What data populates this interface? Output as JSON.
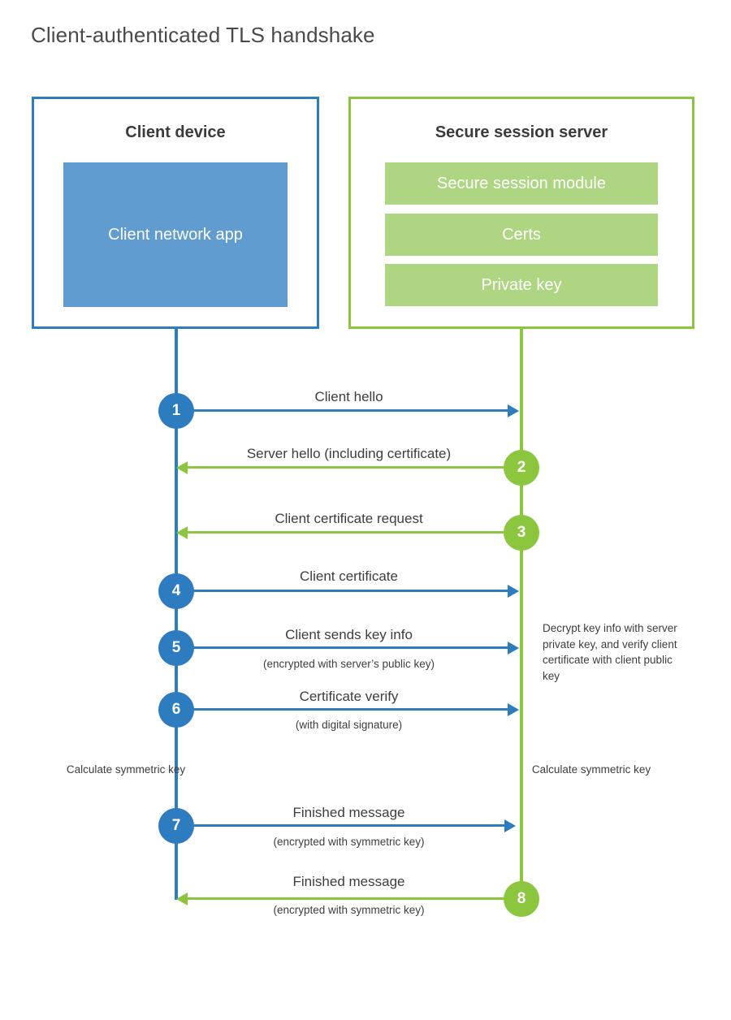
{
  "title": "Client-authenticated TLS handshake",
  "colors": {
    "blue": "#2E7CC0",
    "blue_fill": "#609CD0",
    "green": "#8CC63E",
    "green_fill": "#AED581",
    "text": "#3d3d3d"
  },
  "client": {
    "title": "Client device",
    "app_label": "Client network app"
  },
  "server": {
    "title": "Secure session server",
    "components": [
      {
        "label": "Secure session module"
      },
      {
        "label": "Certs"
      },
      {
        "label": "Private key"
      }
    ]
  },
  "steps": [
    {
      "number": "1",
      "label": "Client hello",
      "sublabel": "",
      "direction": "client-to-server",
      "color": "blue"
    },
    {
      "number": "2",
      "label": "Server hello (including certificate)",
      "sublabel": "",
      "direction": "server-to-client",
      "color": "green"
    },
    {
      "number": "3",
      "label": "Client certificate request",
      "sublabel": "",
      "direction": "server-to-client",
      "color": "green"
    },
    {
      "number": "4",
      "label": "Client certificate",
      "sublabel": "",
      "direction": "client-to-server",
      "color": "blue"
    },
    {
      "number": "5",
      "label": "Client sends key info",
      "sublabel": "(encrypted with server’s public key)",
      "direction": "client-to-server",
      "color": "blue"
    },
    {
      "number": "6",
      "label": "Certificate verify",
      "sublabel": "(with digital signature)",
      "direction": "client-to-server",
      "color": "blue"
    },
    {
      "number": "7",
      "label": "Finished message",
      "sublabel": "(encrypted with symmetric key)",
      "direction": "client-to-server",
      "color": "blue"
    },
    {
      "number": "8",
      "label": "Finished message",
      "sublabel": "(encrypted with symmetric key)",
      "direction": "server-to-client",
      "color": "green"
    }
  ],
  "notes": {
    "server_decrypt": "Decrypt key info with server private key, and verify client certificate with client public key",
    "client_calc": "Calculate symmetric key",
    "server_calc": "Calculate symmetric key"
  }
}
